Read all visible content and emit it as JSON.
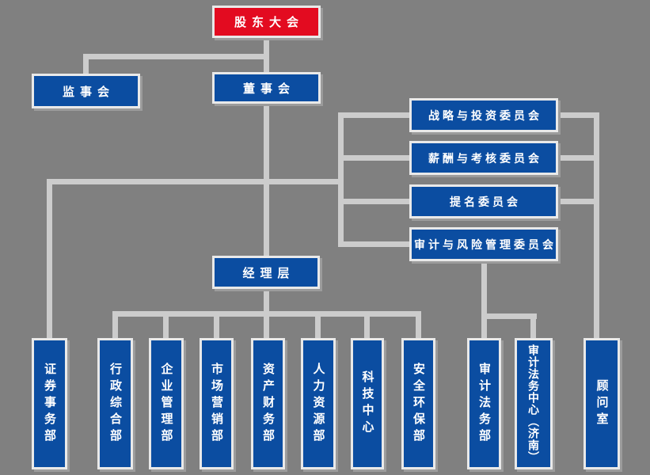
{
  "org_chart": {
    "type": "org-chart",
    "nodes": {
      "shareholders": {
        "label": "股东大会"
      },
      "supervisory_board": {
        "label": "监事会"
      },
      "board": {
        "label": "董事会"
      },
      "committees": [
        {
          "label": "战略与投资委员会"
        },
        {
          "label": "薪酬与考核委员会"
        },
        {
          "label": "提名委员会"
        },
        {
          "label": "审计与风险管理委员会"
        }
      ],
      "management": {
        "label": "经理层"
      },
      "board_department": {
        "label": "证券事务部"
      },
      "management_departments": [
        {
          "label": "行政综合部"
        },
        {
          "label": "企业管理部"
        },
        {
          "label": "市场营销部"
        },
        {
          "label": "资产财务部"
        },
        {
          "label": "人力资源部"
        },
        {
          "label": "科技中心"
        },
        {
          "label": "安全环保部"
        }
      ],
      "audit_departments": [
        {
          "label": "审计法务部"
        },
        {
          "label": "审计法务中心（济南）"
        }
      ],
      "advisory": {
        "label": "顾问室"
      }
    },
    "colors": {
      "top_box": "#e30b20",
      "box": "#0b4da1",
      "line": "#cccccc",
      "border": "#e9e9e9",
      "shadow": "#9c9c9c",
      "background": "#808080",
      "text": "#ffffff"
    }
  }
}
